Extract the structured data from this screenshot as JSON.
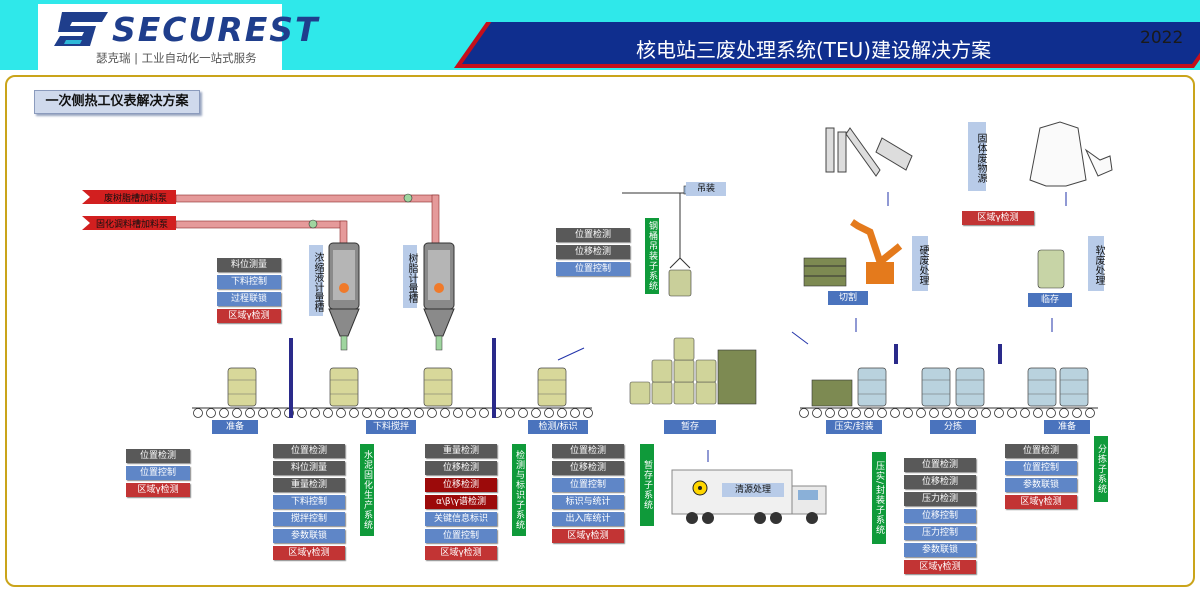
{
  "header": {
    "logo_text": "SECUREST",
    "logo_sub": "瑟克瑞 | 工业自动化一站式服务",
    "title": "核电站三废处理系统(TEU)建设解决方案",
    "year": "2022"
  },
  "section_title": "一次侧热工仪表解决方案",
  "feed_lines": {
    "resin_pump": "废树脂槽加料泵",
    "solidify_pump": "固化调料槽加料泵"
  },
  "tanks": {
    "concentrate": "浓缩液计量槽",
    "resin": "树脂计量槽"
  },
  "left_tank_buttons": [
    "料位测量",
    "下料控制",
    "过程联锁",
    "区域γ检测"
  ],
  "lifting": {
    "label": "吊装",
    "buttons": [
      "位置检测",
      "位移检测",
      "位置控制"
    ],
    "system": "钢桶吊装子系统"
  },
  "stations": {
    "prepare_left": "准备",
    "mix": "下料搅拌",
    "detect": "检测/标识",
    "storage": "暂存",
    "compact": "压实/封装",
    "sort": "分拣",
    "prepare_right": "准备",
    "cut": "切割",
    "temp_store": "临存",
    "clean": "清源处理"
  },
  "waste": {
    "solid_source": "固体废物源",
    "region_gamma": "区域γ检测",
    "hard": "硬废处理",
    "soft": "软废处理"
  },
  "groups": {
    "prepare": {
      "buttons": [
        "位置检测",
        "位置控制",
        "区域γ检测"
      ]
    },
    "mix": {
      "buttons": [
        "位置检测",
        "料位测量",
        "重量检测",
        "下料控制",
        "搅拌控制",
        "参数联锁",
        "区域γ检测"
      ],
      "system": "水泥固化生产系统"
    },
    "detect": {
      "buttons": [
        "重量检测",
        "位移检测",
        "位移检测",
        "α\\β\\γ谱检测",
        "关键信息标识",
        "位置控制",
        "区域γ检测"
      ],
      "system": "检测与标识子系统"
    },
    "storage": {
      "buttons": [
        "位置检测",
        "位移检测",
        "位置控制",
        "标识与统计",
        "出入库统计",
        "区域γ检测"
      ],
      "system": "暂存子系统"
    },
    "compact": {
      "buttons": [
        "位置检测",
        "位移检测",
        "压力检测",
        "位移控制",
        "压力控制",
        "参数联锁",
        "区域γ检测"
      ],
      "system": "压实/封装子系统"
    },
    "sort": {
      "buttons": [
        "位置检测",
        "位置控制",
        "参数联锁",
        "区域γ检测"
      ],
      "system": "分拣子系统"
    }
  },
  "colors": {
    "header_bg": "#2fe8ea",
    "title_band": "#0f2e8e",
    "accent_red": "#c40f1c",
    "system_green": "#0f9a3a",
    "frame": "#caa41a"
  }
}
